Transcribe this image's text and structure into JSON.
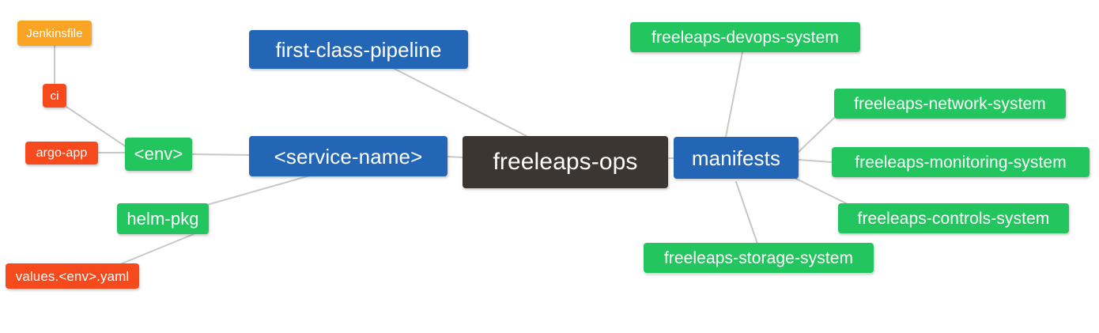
{
  "diagram": {
    "type": "mindmap",
    "title": "freeleaps-ops",
    "background_color": "#ffffff",
    "edge_color": "#c8c8c8",
    "palette": {
      "root": "#3B3631",
      "blue": "#2266B5",
      "green": "#22C55E",
      "orange": "#FAA424",
      "red": "#F6491C"
    }
  },
  "nodes": {
    "root": {
      "label": "freeleaps-ops",
      "color": "#3B3631"
    },
    "service_name": {
      "label": "<service-name>",
      "color": "#2266B5"
    },
    "first_class_pipeline": {
      "label": "first-class-pipeline",
      "color": "#2266B5"
    },
    "manifests": {
      "label": "manifests",
      "color": "#2266B5"
    },
    "env": {
      "label": "<env>",
      "color": "#22C55E"
    },
    "helm_pkg": {
      "label": "helm-pkg",
      "color": "#22C55E"
    },
    "jenkinsfile": {
      "label": "Jenkinsfile",
      "color": "#FAA424"
    },
    "ci": {
      "label": "ci",
      "color": "#F6491C"
    },
    "argo_app": {
      "label": "argo-app",
      "color": "#F6491C"
    },
    "values_yaml": {
      "label": "values.<env>.yaml",
      "color": "#F6491C"
    },
    "devops_system": {
      "label": "freeleaps-devops-system",
      "color": "#22C55E"
    },
    "network_system": {
      "label": "freeleaps-network-system",
      "color": "#22C55E"
    },
    "monitoring_system": {
      "label": "freeleaps-monitoring-system",
      "color": "#22C55E"
    },
    "controls_system": {
      "label": "freeleaps-controls-system",
      "color": "#22C55E"
    },
    "storage_system": {
      "label": "freeleaps-storage-system",
      "color": "#22C55E"
    }
  },
  "edges": [
    {
      "from": "jenkinsfile",
      "to": "ci"
    },
    {
      "from": "ci",
      "to": "env"
    },
    {
      "from": "argo_app",
      "to": "env"
    },
    {
      "from": "env",
      "to": "service_name"
    },
    {
      "from": "helm_pkg",
      "to": "service_name"
    },
    {
      "from": "values_yaml",
      "to": "helm_pkg"
    },
    {
      "from": "service_name",
      "to": "root"
    },
    {
      "from": "first_class_pipeline",
      "to": "root"
    },
    {
      "from": "root",
      "to": "manifests"
    },
    {
      "from": "manifests",
      "to": "devops_system"
    },
    {
      "from": "manifests",
      "to": "network_system"
    },
    {
      "from": "manifests",
      "to": "monitoring_system"
    },
    {
      "from": "manifests",
      "to": "controls_system"
    },
    {
      "from": "manifests",
      "to": "storage_system"
    }
  ]
}
